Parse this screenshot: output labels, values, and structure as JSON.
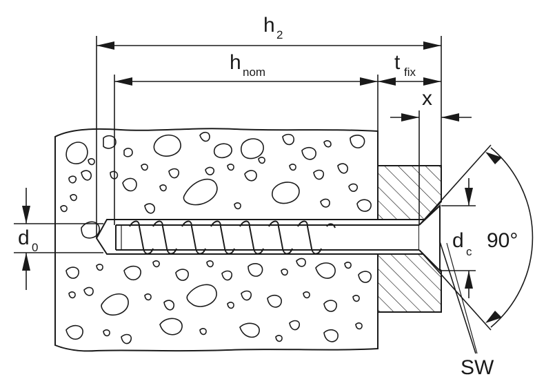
{
  "labels": {
    "h2": {
      "main": "h",
      "sub": "2"
    },
    "h_nom": {
      "main": "h",
      "sub": "nom"
    },
    "t_fix": {
      "main": "t",
      "sub": "fix"
    },
    "x": {
      "main": "x"
    },
    "d0": {
      "main": "d",
      "sub": "0"
    },
    "dc": {
      "main": "d",
      "sub": "c"
    },
    "angle": {
      "main": "90°"
    },
    "sw": {
      "main": "SW"
    }
  },
  "colors": {
    "line": "#1a1a1a",
    "background": "#ffffff"
  }
}
